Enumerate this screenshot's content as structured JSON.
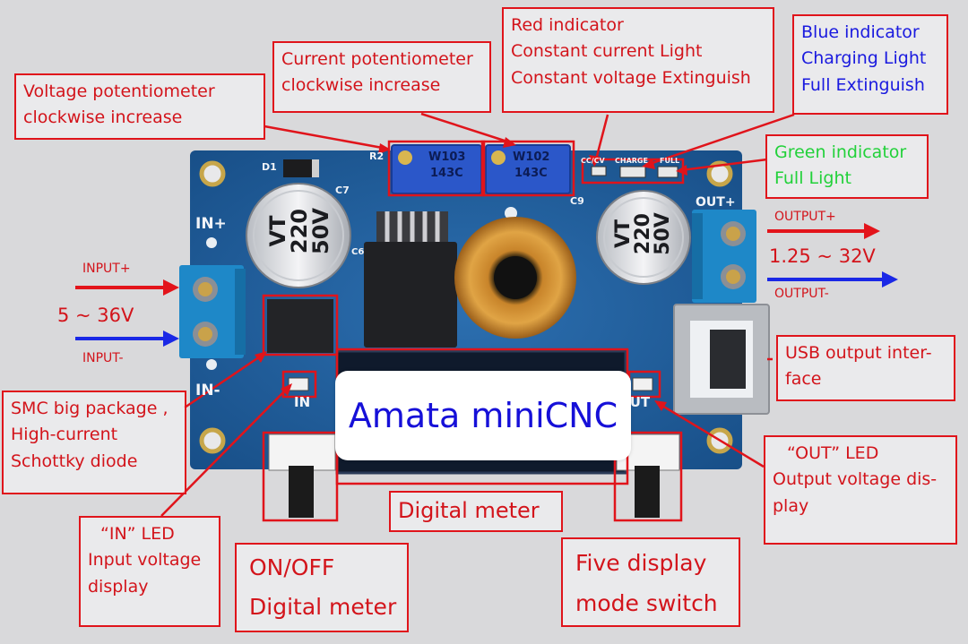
{
  "labels": {
    "voltage_pot": [
      "Voltage potentiometer",
      "clockwise increase"
    ],
    "current_pot": [
      "Current potentiometer",
      "clockwise increase"
    ],
    "red_indicator": [
      "Red indicator",
      "Constant current Light",
      "Constant voltage Extinguish"
    ],
    "blue_indicator": [
      "Blue indicator",
      "Charging Light",
      "Full Extinguish"
    ],
    "green_indicator": [
      "Green indicator",
      "Full Light"
    ],
    "input_plus": "INPUT+",
    "input_minus": "INPUT-",
    "input_range": "5 ~ 36V",
    "output_plus": "OUTPUT+",
    "output_minus": "OUTPUT-",
    "output_range": "1.25 ~ 32V",
    "smc_diode": [
      "SMC big package ,",
      "High-current",
      "Schottky diode"
    ],
    "usb_output": [
      "USB output inter-",
      "face"
    ],
    "out_led": [
      "“OUT”   LED",
      "Output voltage dis-",
      "play"
    ],
    "in_led": [
      "“IN”   LED",
      "Input voltage",
      "display"
    ],
    "digital_meter": "Digital meter",
    "on_off": [
      "ON/OFF",
      "Digital meter"
    ],
    "five_mode": [
      "Five display",
      "mode switch"
    ]
  },
  "board_silkscreen": {
    "in_plus": "IN+",
    "in_minus": "IN-",
    "out_plus": "OUT+",
    "in_led": "IN",
    "out_led": "OUT",
    "d1": "D1",
    "r2": "R2",
    "c7": "C7",
    "c6": "C6",
    "c9": "C9",
    "cc_cv": "CC/CV",
    "charge": "CHARGE",
    "full": "FULL",
    "pot1_code": [
      "W103",
      "143C"
    ],
    "pot2_code": [
      "W102",
      "143C"
    ],
    "capacitor_text": [
      "VT",
      "220",
      "50V"
    ]
  },
  "watermark": "Amata miniCNC",
  "colors": {
    "annotation_red": "#d3141b",
    "blue_text": "#1a1adf",
    "green_text": "#22d13a",
    "pcb_blue": "#1f5f9e",
    "terminal_blue": "#1e88c8"
  }
}
